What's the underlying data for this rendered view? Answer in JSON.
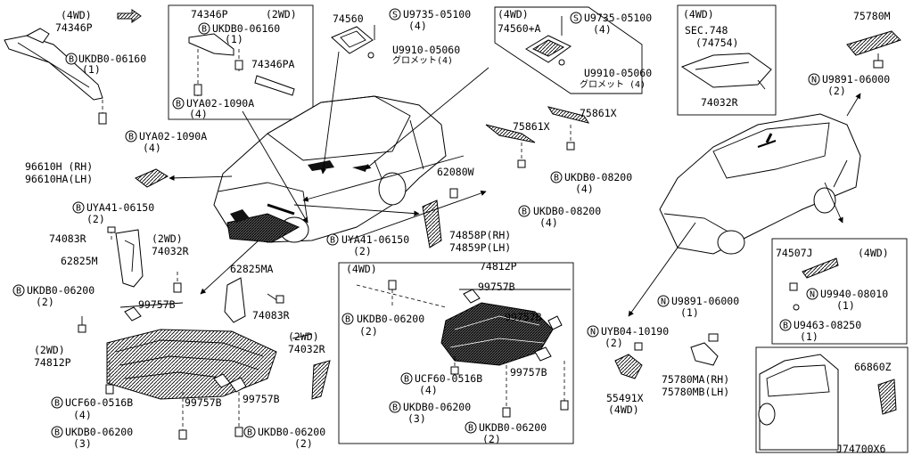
{
  "labels": {
    "l_4wd_tl": "(4WD)",
    "l_74346P_a": "74346P",
    "l_ukdb_06160_a": "UKDB0-06160",
    "l_qty1_a": "(1)",
    "l_uya02_b": "UYA02-1090A",
    "l_qty4_b": "(4)",
    "l_74346P_b": "74346P",
    "l_2wd_b": "(2WD)",
    "l_ukdb_06160_b": "UKDB0-06160",
    "l_qty1_b": "(1)",
    "l_74346PA": "74346PA",
    "l_uya02_c": "UYA02-1090A",
    "l_qty4_c": "(4)",
    "l_74560": "74560",
    "l_u9735_a": "U9735-05100",
    "l_qty4_d": "(4)",
    "l_u9910_a": "U9910-05060",
    "l_grommet_a": "グロメット(4)",
    "l_4wd_box": "(4WD)",
    "l_74560A": "74560+A",
    "l_u9735_b": "U9735-05100",
    "l_qty4_e": "(4)",
    "l_u9910_b": "U9910-05060",
    "l_grommet_b": "グロメット (4)",
    "l_4wd_sec": "(4WD)",
    "l_sec748": "SEC.748",
    "l_74754": "(74754)",
    "l_74032R_a": "74032R",
    "l_75780M": "75780M",
    "l_u9891_a": "U9891-06000",
    "l_qty2_a": "(2)",
    "l_75861X_a": "75861X",
    "l_75861X_b": "75861X",
    "l_ukdb_08200_a": "UKDB0-08200",
    "l_qty4_f": "(4)",
    "l_96610H": "96610H (RH)",
    "l_96610HA": "96610HA(LH)",
    "l_62080W": "62080W",
    "l_ukdb_08200_b": "UKDB0-08200",
    "l_qty4_g": "(4)",
    "l_uya41_a": "UYA41-06150",
    "l_qty2_b": "(2)",
    "l_74083R_a": "74083R",
    "l_2wd_c": "(2WD)",
    "l_74032R_b": "74032R",
    "l_62825M": "62825M",
    "l_uya41_b": "UYA41-06150",
    "l_qty2_c": "(2)",
    "l_74858P": "74858P(RH)",
    "l_74859P": "74859P(LH)",
    "l_62825MA": "62825MA",
    "l_74083R_b": "74083R",
    "l_ukdb_06200_a": "UKDB0-06200",
    "l_qty2_d": "(2)",
    "l_99757B_a": "99757B",
    "l_2wd_d": "(2WD)",
    "l_74812P_a": "74812P",
    "l_2wd_e": "(2WD)",
    "l_74032R_c": "74032R",
    "l_ucf60_a": "UCF60-0516B",
    "l_qty4_h": "(4)",
    "l_99757B_b": "99757B",
    "l_99757B_c": "99757B",
    "l_ukdb_06200_b": "UKDB0-06200",
    "l_qty3_a": "(3)",
    "l_ukdb_06200_c": "UKDB0-06200",
    "l_qty2_e": "(2)",
    "l_4wd_mid": "(4WD)",
    "l_74812P_b": "74812P",
    "l_99757B_d": "99757B",
    "l_ukdb_06200_d": "UKDB0-06200",
    "l_qty2_f": "(2)",
    "l_99757B_e": "99757B",
    "l_99757B_f": "99757B",
    "l_ucf60_b": "UCF60-0516B",
    "l_qty4_i": "(4)",
    "l_ukdb_06200_e": "UKDB0-06200",
    "l_qty3_b": "(3)",
    "l_ukdb_06200_f": "UKDB0-06200",
    "l_qty2_g": "(2)",
    "l_74507J": "74507J",
    "l_4wd_r": "(4WD)",
    "l_u9940": "U9940-08010",
    "l_qty1_c": "(1)",
    "l_u9463": "U9463-08250",
    "l_qty1_d": "(1)",
    "l_u9891_b": "U9891-06000",
    "l_qty1_e": "(1)",
    "l_uyb04": "UYB04-10190",
    "l_qty2_h": "(2)",
    "l_55491X": "55491X",
    "l_4wd_55": "(4WD)",
    "l_75780MA": "75780MA(RH)",
    "l_75780MB": "75780MB(LH)",
    "l_66860Z": "66860Z",
    "l_diagram_id": "J74700X6"
  },
  "symbols": {
    "bolt": "B",
    "screw": "S",
    "nut": "N"
  },
  "icons": {
    "fwd_arrow": "forward-direction-arrow-icon",
    "bolt": "bolt-symbol-icon",
    "screw": "screw-symbol-icon",
    "nut": "nut-symbol-icon"
  }
}
